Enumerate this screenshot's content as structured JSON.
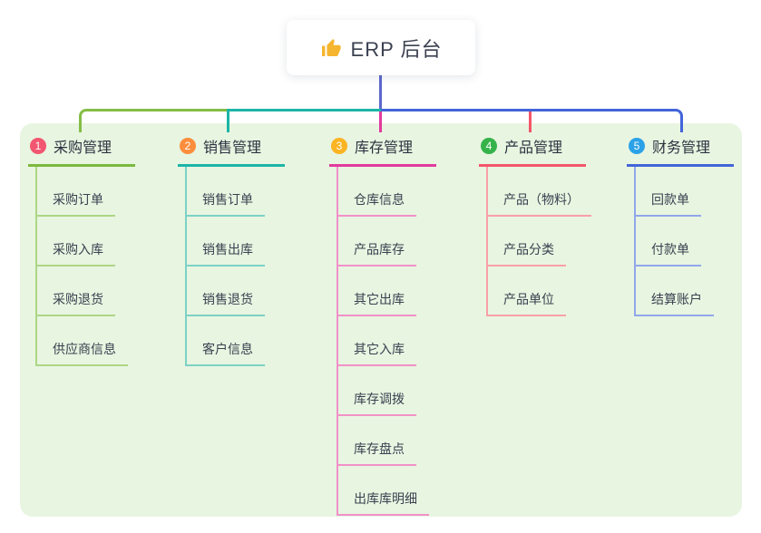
{
  "root": {
    "icon": "thumbs-up-icon",
    "title": "ERP 后台"
  },
  "branches": [
    {
      "index": "1",
      "title": "采购管理",
      "colors": {
        "badge": "#F25670",
        "line": "#7CB93E",
        "child_line": "#ACD685"
      },
      "children": [
        "采购订单",
        "采购入库",
        "采购退货",
        "供应商信息"
      ]
    },
    {
      "index": "2",
      "title": "销售管理",
      "colors": {
        "badge": "#FB8E3C",
        "line": "#1CB5A6",
        "child_line": "#7BD2C5"
      },
      "children": [
        "销售订单",
        "销售出库",
        "销售退货",
        "客户信息"
      ]
    },
    {
      "index": "3",
      "title": "库存管理",
      "colors": {
        "badge": "#FBB423",
        "line": "#E23A9E",
        "child_line": "#F191C8"
      },
      "children": [
        "仓库信息",
        "产品库存",
        "其它出库",
        "其它入库",
        "库存调拨",
        "库存盘点",
        "出库库明细"
      ]
    },
    {
      "index": "4",
      "title": "产品管理",
      "colors": {
        "badge": "#35B34A",
        "line": "#F4566A",
        "child_line": "#F9A0A8"
      },
      "children": [
        "产品（物料）",
        "产品分类",
        "产品单位"
      ]
    },
    {
      "index": "5",
      "title": "财务管理",
      "colors": {
        "badge": "#2BA2E8",
        "line": "#4365D9",
        "child_line": "#90A7EA"
      },
      "children": [
        "回款单",
        "付款单",
        "结算账户"
      ]
    }
  ],
  "connectors": {
    "root_line": "#5B68CC",
    "bus_green": "#85BD45",
    "bus_teal": "#1CB5A6",
    "bus_blue": "#4365D9",
    "drop_magenta": "#E23A9E",
    "drop_red": "#F4566A"
  },
  "canvas": {
    "panel_bg": "#E8F5E1",
    "page_bg": "#FFFFFF",
    "thumb_color": "#F5B52E"
  }
}
